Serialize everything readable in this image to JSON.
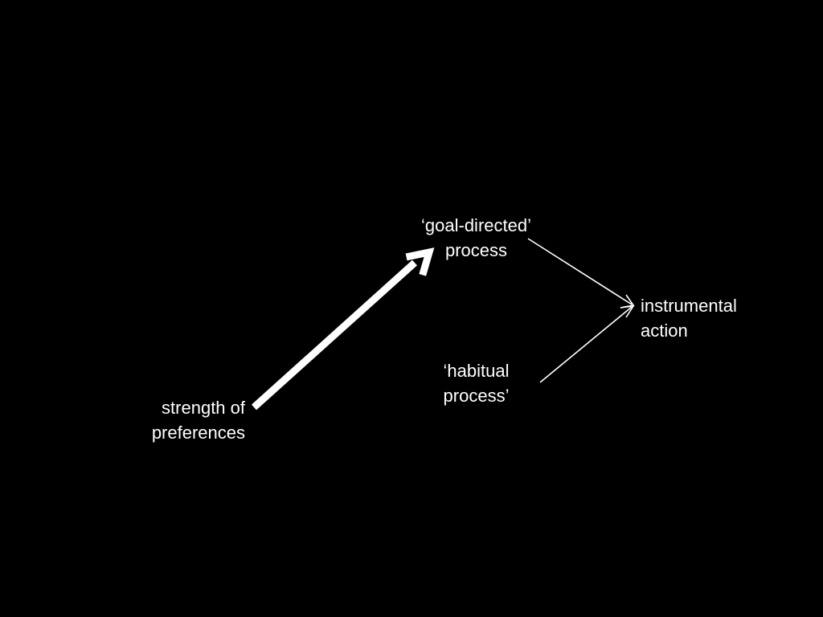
{
  "colors": {
    "background": "#000000",
    "foreground": "#ffffff"
  },
  "nodes": {
    "preferences": {
      "line1": "strength of",
      "line2": "preferences"
    },
    "goal_directed": {
      "line1": "‘goal-directed’",
      "line2": "process"
    },
    "habitual": {
      "line1": "‘habitual",
      "line2": "process’"
    },
    "action": {
      "line1": "instrumental",
      "line2": "action"
    }
  },
  "edges": [
    {
      "from": "preferences",
      "to": "goal_directed",
      "style": "thick"
    },
    {
      "from": "goal_directed",
      "to": "action",
      "style": "thin"
    },
    {
      "from": "habitual",
      "to": "action",
      "style": "thin"
    }
  ]
}
